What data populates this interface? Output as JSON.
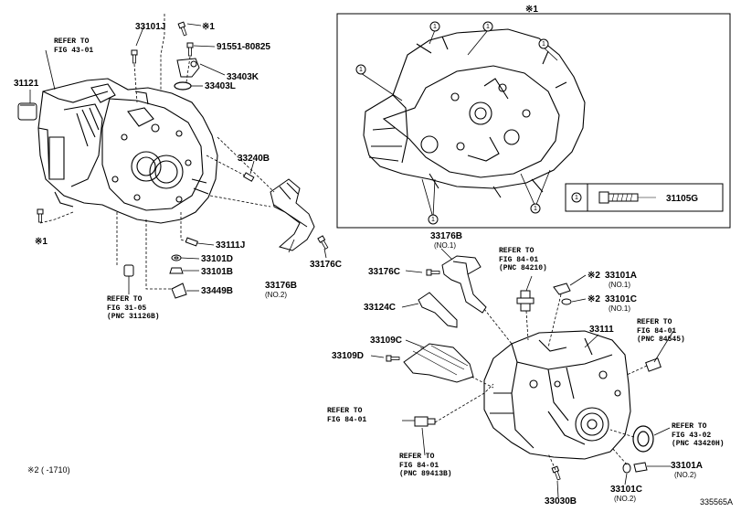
{
  "diagram_id": "335565A",
  "note_star2": "※2 (    -1710)",
  "inset": {
    "marker": "※1",
    "callout": "1",
    "legend_key": "1",
    "legend_part": "31105G"
  },
  "refs": {
    "r43": [
      "REFER TO",
      "FIG 43-01"
    ],
    "r31": [
      "REFER TO",
      "FIG 31-05",
      "(PNC 31126B)"
    ],
    "r84a": [
      "REFER TO",
      "FIG 84-01",
      "(PNC 84210)"
    ],
    "r84b": [
      "REFER TO",
      "FIG 84-01",
      "(PNC 84545)"
    ],
    "r84c": [
      "REFER TO",
      "FIG 84-01"
    ],
    "r84d": [
      "REFER TO",
      "FIG 84-01",
      "(PNC 89413B)"
    ],
    "r43b": [
      "REFER TO",
      "FIG 43-02",
      "(PNC 43420H)"
    ]
  },
  "parts": {
    "p33101J": "33101J",
    "star1a": "※1",
    "p91551": "91551-80825",
    "p31121": "31121",
    "p33403K": "33403K",
    "p33403L": "33403L",
    "p33240B": "33240B",
    "star1b": "※1",
    "p33111J": "33111J",
    "p33101D": "33101D",
    "p33101B": "33101B",
    "p33449B": "33449B",
    "p33176C_a": "33176C",
    "p33176B_a": "33176B",
    "p33176B_a_sub": "(NO.2)",
    "p33176B_b": "33176B",
    "p33176B_b_sub": "(NO.1)",
    "p33176C_b": "33176C",
    "p33124C": "33124C",
    "p33109C": "33109C",
    "p33109D": "33109D",
    "p33101A_a_mark": "※2",
    "p33101A_a": "33101A",
    "p33101A_a_sub": "(NO.1)",
    "p33101C_a_mark": "※2",
    "p33101C_a": "33101C",
    "p33101C_a_sub": "(NO.1)",
    "p33111": "33111",
    "p33101A_b": "33101A",
    "p33101A_b_sub": "(NO.2)",
    "p33101C_b": "33101C",
    "p33101C_b_sub": "(NO.2)",
    "p33030B": "33030B"
  }
}
